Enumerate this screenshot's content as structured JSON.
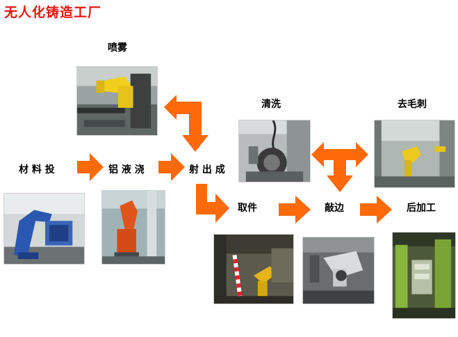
{
  "title": "无人化铸造工厂",
  "steps": {
    "feeding": "材 料 投",
    "pouring": "铝 液 浇",
    "injection": "射 出 成",
    "spraying": "喷雾",
    "cleaning": "清洗",
    "deburring": "去毛刺",
    "pickup": "取件",
    "trimming": "敲边",
    "postprocess": "后加工"
  },
  "colors": {
    "title": "#e8170f",
    "arrow": "#ff6a08",
    "label": "#000000"
  },
  "icons": {
    "process_arrow": "orange-block-arrow"
  }
}
